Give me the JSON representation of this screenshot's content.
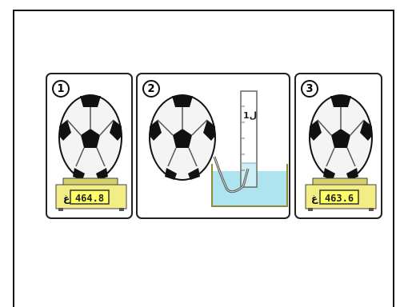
{
  "panels": [
    {
      "number": "1",
      "scale_reading": "464.8",
      "unit": "غ"
    },
    {
      "number": "2",
      "cylinder_label": "1ل"
    },
    {
      "number": "3",
      "scale_reading": "463.6",
      "unit": "غ"
    }
  ],
  "colors": {
    "water": "#aee3f0",
    "scale_display": "#ffff66",
    "scale_base": "#f3ed86",
    "ball_black": "#111111"
  }
}
